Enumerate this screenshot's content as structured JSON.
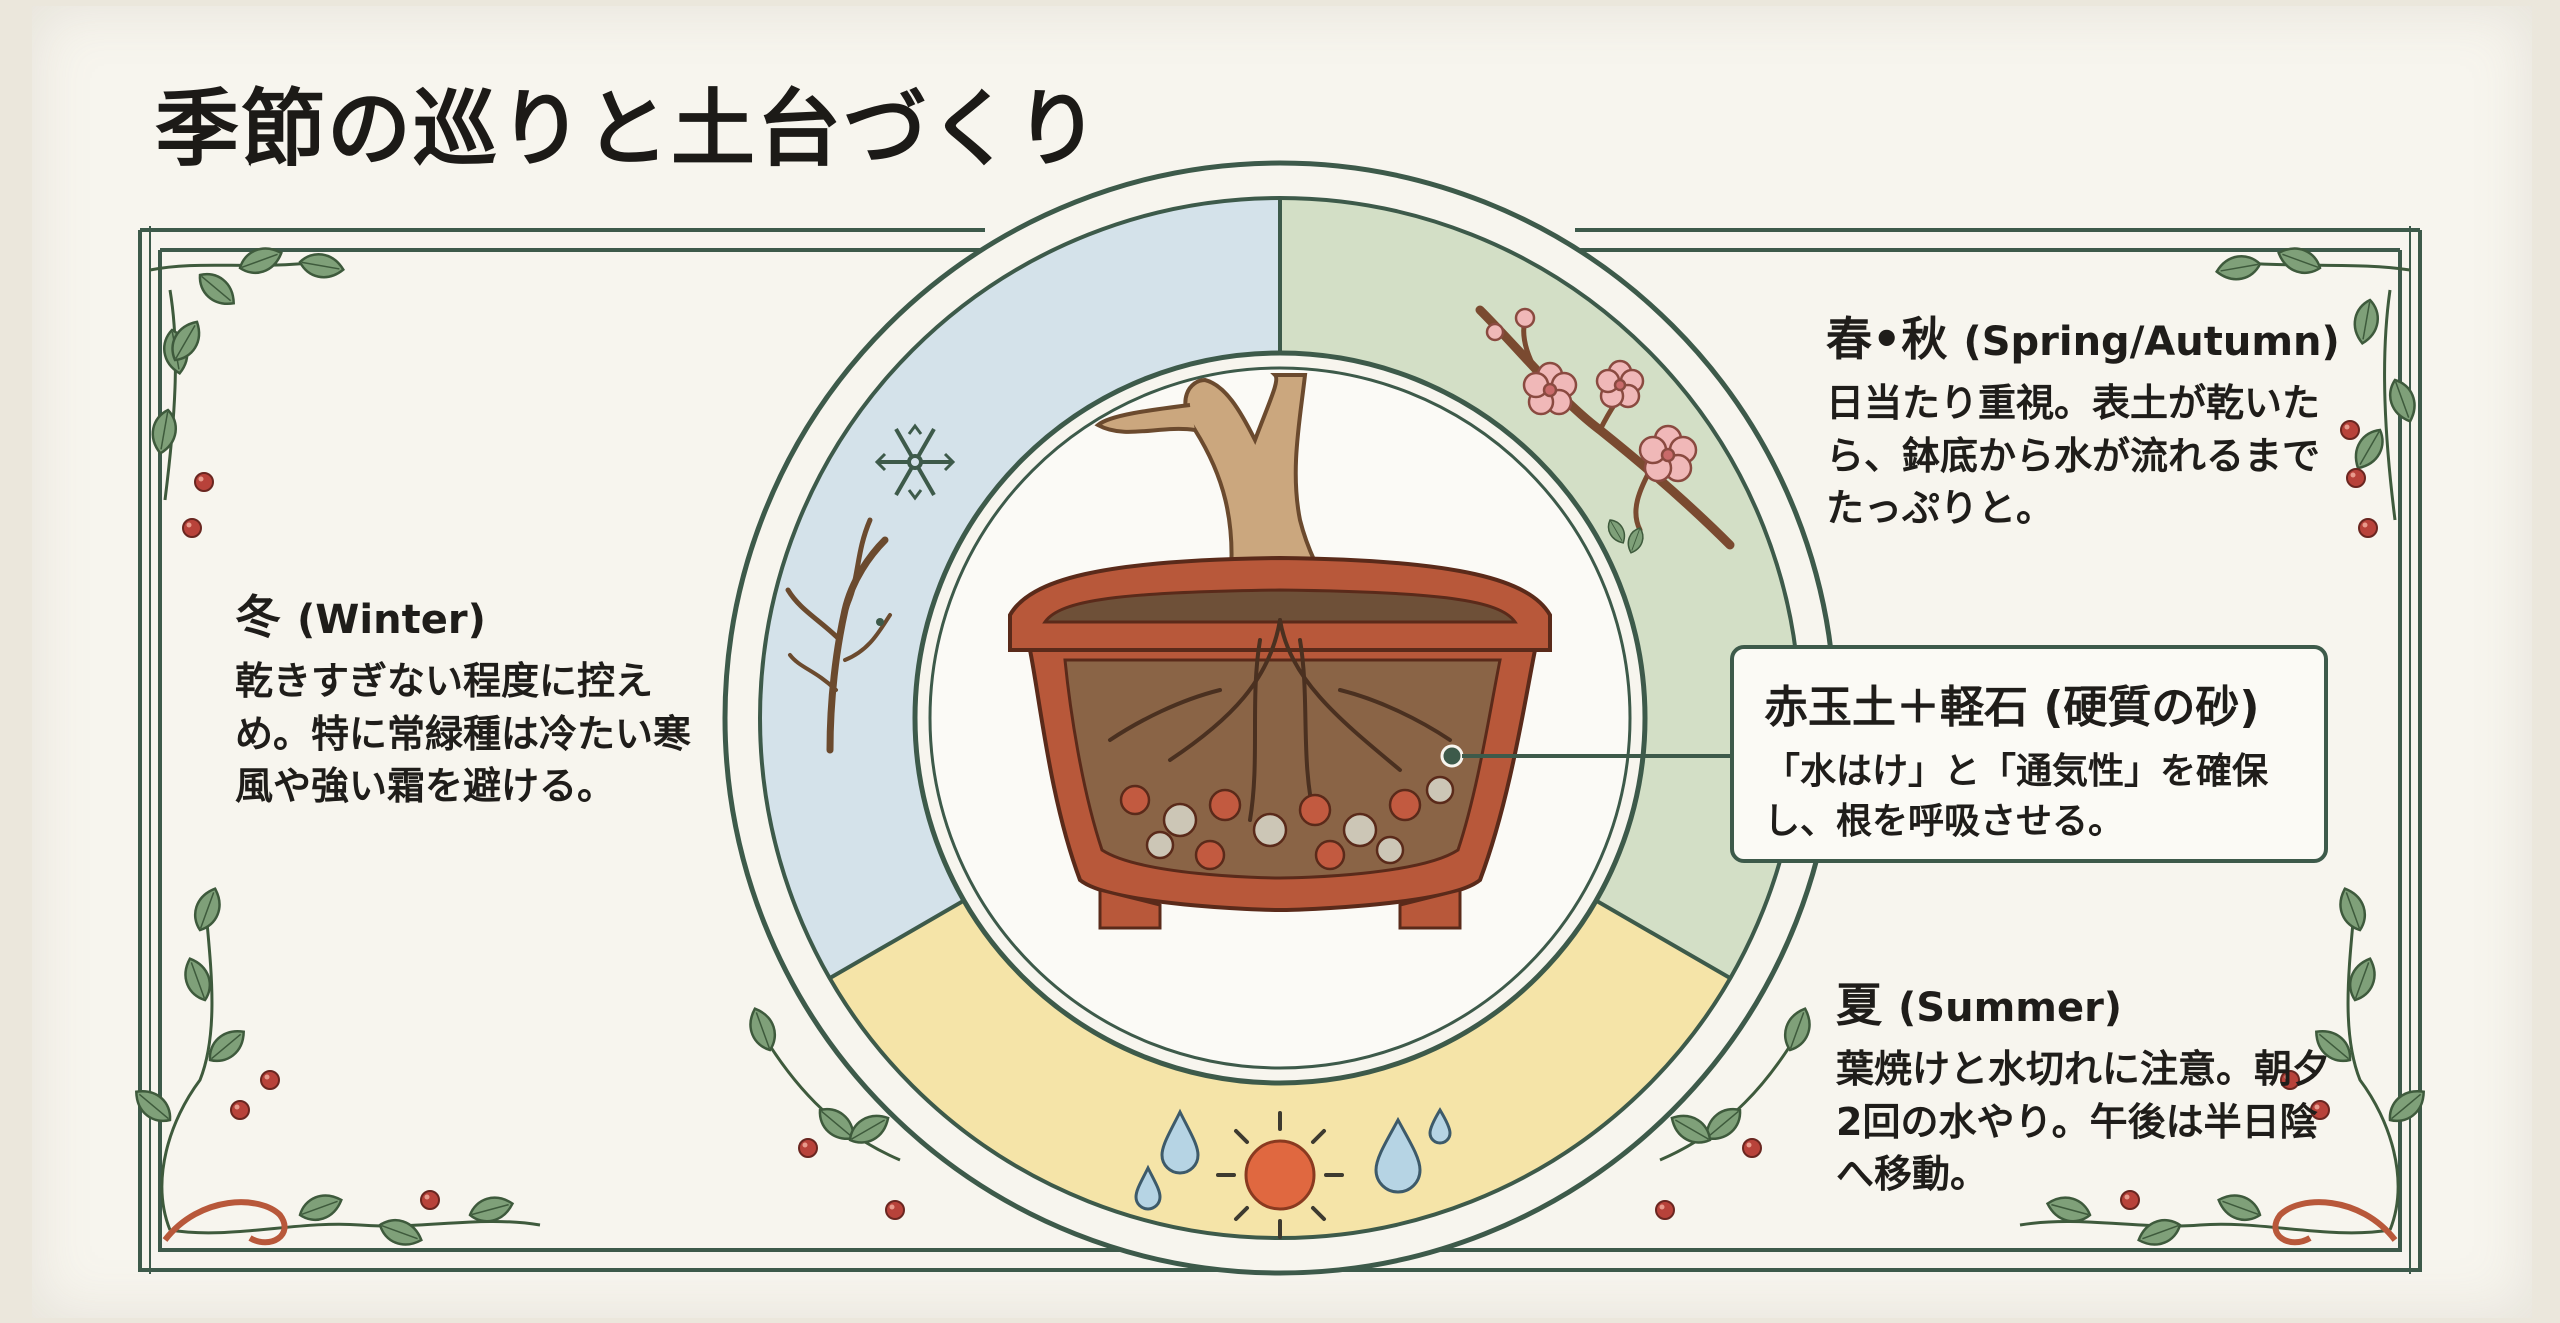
{
  "title": "季節の巡りと土台づくり",
  "colors": {
    "winter_segment": "#d4e2ea",
    "spring_autumn_segment": "#d3dfc6",
    "summer_segment": "#f5e4a8",
    "frame_line": "#3d5a4a",
    "pot": "#b8583a",
    "leaf": "#7fa079",
    "berry": "#b8423a"
  },
  "seasons": {
    "winter": {
      "name": "冬",
      "english": "(Winter)",
      "desc": "乾きすぎない程度に控えめ。特に常緑種は冷たい寒風や強い霜を避ける。",
      "icons": [
        "snowflake-icon",
        "bare-tree-icon"
      ]
    },
    "spring_autumn": {
      "name": "春•秋",
      "english": "(Spring/Autumn)",
      "desc": "日当たり重視。表土が乾いたら、鉢底から水が流れるまでたっぷりと。",
      "icons": [
        "blossom-branch-icon"
      ]
    },
    "summer": {
      "name": "夏",
      "english": "(Summer)",
      "desc": "葉焼けと水切れに注意。朝夕2回の水やり。午後は半日陰へ移動。",
      "icons": [
        "sun-icon",
        "water-drop-icon"
      ]
    }
  },
  "soil_callout": {
    "title": "赤玉土＋軽石 (硬質の砂)",
    "desc": "「水はけ」と「通気性」を確保し、根を呼吸させる。"
  }
}
